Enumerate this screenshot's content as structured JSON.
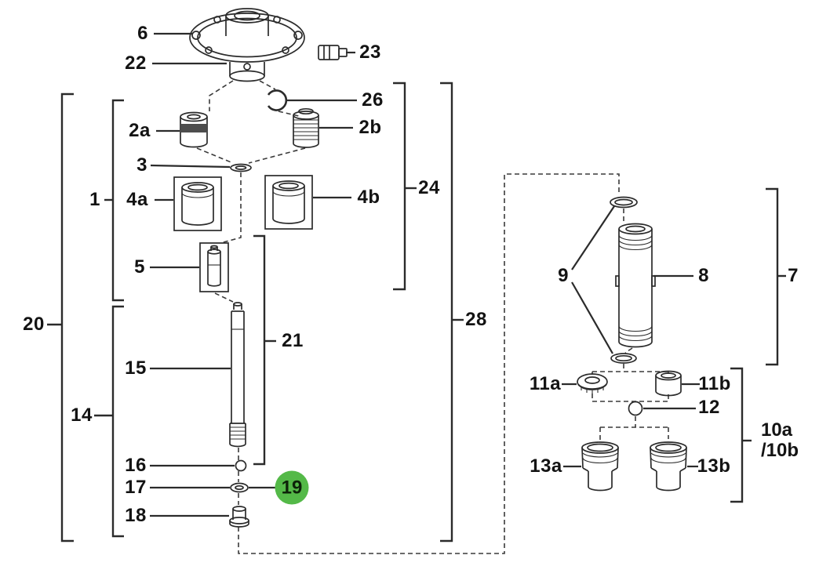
{
  "diagram": {
    "type": "exploded-parts-diagram",
    "background": "#ffffff",
    "line_color": "#2b2b2b",
    "highlight": {
      "color": "#54b948",
      "part": "19"
    },
    "labels": {
      "p1": "1",
      "p2a": "2a",
      "p2b": "2b",
      "p3": "3",
      "p4a": "4a",
      "p4b": "4b",
      "p5": "5",
      "p6": "6",
      "p7": "7",
      "p8": "8",
      "p9": "9",
      "p10a": "10a",
      "p10b": "/10b",
      "p11a": "11a",
      "p11b": "11b",
      "p12": "12",
      "p13a": "13a",
      "p13b": "13b",
      "p14": "14",
      "p15": "15",
      "p16": "16",
      "p17": "17",
      "p18": "18",
      "p19": "19",
      "p20": "20",
      "p21": "21",
      "p22": "22",
      "p23": "23",
      "p24": "24",
      "p26": "26",
      "p28": "28"
    }
  }
}
